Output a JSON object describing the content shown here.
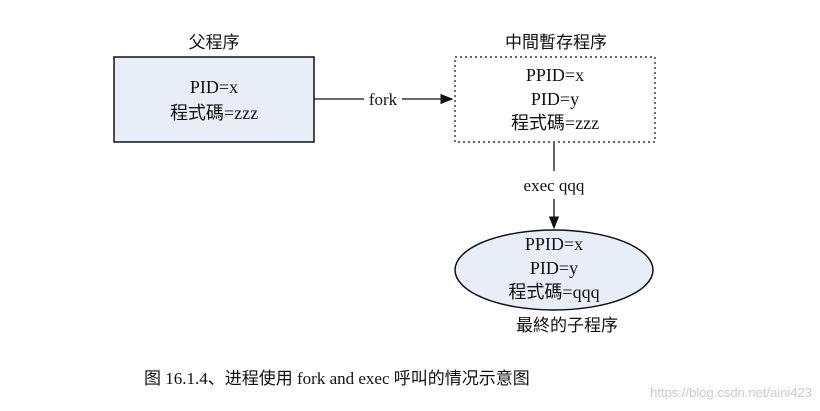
{
  "diagram": {
    "parent": {
      "title": "父程序",
      "line1": "PID=x",
      "line2": "程式碼=zzz"
    },
    "fork_label": "fork",
    "temp": {
      "title": "中間暫存程序",
      "line1": "PPID=x",
      "line2": "PID=y",
      "line3": "程式碼=zzz"
    },
    "exec_label": "exec qqq",
    "final": {
      "line1": "PPID=x",
      "line2": "PID=y",
      "line3": "程式碼=qqq",
      "title": "最終的子程序"
    }
  },
  "caption": "图 16.1.4、进程使用  fork and exec  呼叫的情况示意图",
  "watermark": "https://blog.csdn.net/aini423",
  "colors": {
    "fill": "#e8edf7",
    "stroke": "#111111"
  }
}
